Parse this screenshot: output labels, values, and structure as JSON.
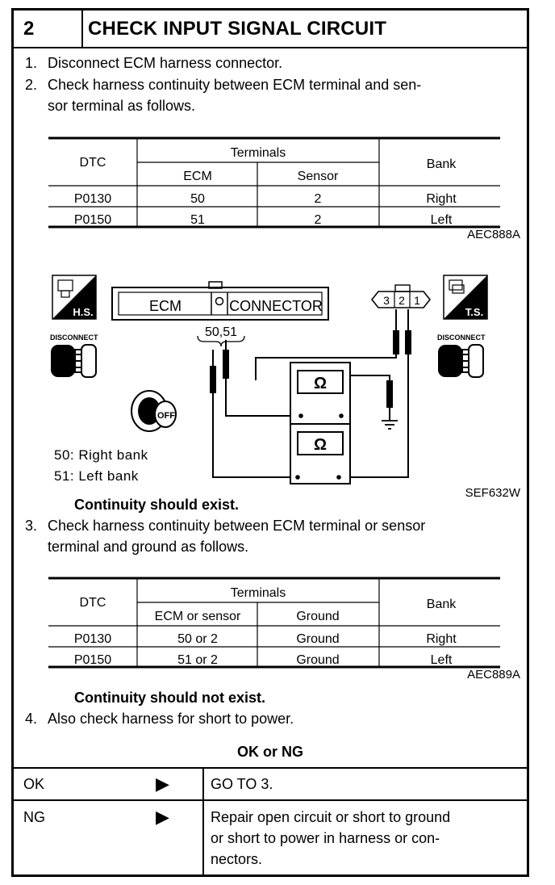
{
  "header": {
    "number": "2",
    "title": "CHECK INPUT SIGNAL CIRCUIT"
  },
  "steps": [
    {
      "num": "1.",
      "lines": [
        "Disconnect ECM harness connector."
      ]
    },
    {
      "num": "2.",
      "lines": [
        "Check harness continuity between ECM terminal and sen-",
        "sor terminal as follows."
      ]
    },
    {
      "num": "3.",
      "lines": [
        "Check harness continuity between ECM terminal or sensor",
        "terminal and ground as follows."
      ]
    },
    {
      "num": "4.",
      "lines": [
        "Also check harness for short to power."
      ]
    }
  ],
  "table1": {
    "headers": {
      "dtc": "DTC",
      "terminals": "Terminals",
      "ecm": "ECM",
      "sensor": "Sensor",
      "bank": "Bank"
    },
    "rows": [
      {
        "dtc": "P0130",
        "ecm": "50",
        "sensor": "2",
        "bank": "Right"
      },
      {
        "dtc": "P0150",
        "ecm": "51",
        "sensor": "2",
        "bank": "Left"
      }
    ],
    "code": "AEC888A"
  },
  "diagram": {
    "hs_label": "H.S.",
    "ts_label": "T.S.",
    "disconnect_left": "DISCONNECT",
    "disconnect_right": "DISCONNECT",
    "ecm_label": "ECM",
    "connector_label": "CONNECTOR",
    "terminals_label": "50,51",
    "pins": [
      "3",
      "2",
      "1"
    ],
    "off_label": "OFF",
    "ohm_symbol": "Ω",
    "legend": [
      "50: Right bank",
      "51: Left bank"
    ],
    "code": "SEF632W"
  },
  "continuity_exist": "Continuity should exist.",
  "table2": {
    "headers": {
      "dtc": "DTC",
      "terminals": "Terminals",
      "ecm_sensor": "ECM or sensor",
      "ground": "Ground",
      "bank": "Bank"
    },
    "rows": [
      {
        "dtc": "P0130",
        "ecm_sensor": "50 or 2",
        "ground": "Ground",
        "bank": "Right"
      },
      {
        "dtc": "P0150",
        "ecm_sensor": "51 or 2",
        "ground": "Ground",
        "bank": "Left"
      }
    ],
    "code": "AEC889A"
  },
  "continuity_not_exist": "Continuity should not exist.",
  "ok_ng_title": "OK or NG",
  "results": [
    {
      "status": "OK",
      "lines": [
        "GO TO 3."
      ]
    },
    {
      "status": "NG",
      "lines": [
        "Repair open circuit or short to ground",
        "or short to power in harness or con-",
        "nectors."
      ]
    }
  ]
}
